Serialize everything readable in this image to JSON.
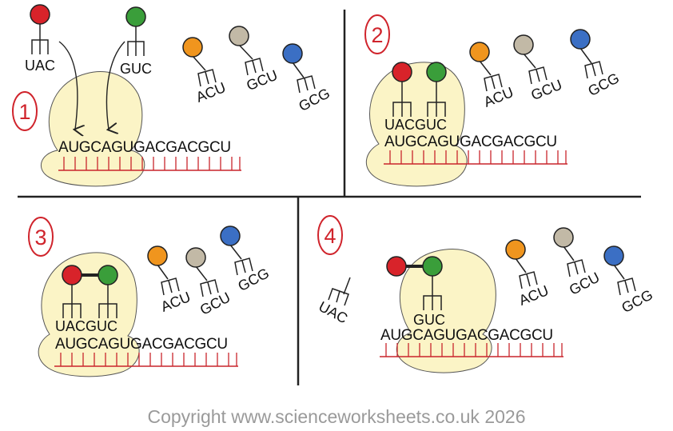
{
  "colors": {
    "red": "#d8232a",
    "green": "#3a9e3a",
    "orange": "#f0951e",
    "tan": "#c2b9a6",
    "blue": "#3b6fc4",
    "ribosome": "#fbf4c6",
    "mrna": "#c9252c",
    "step": "#d0242c"
  },
  "steps": {
    "s1": {
      "number": "1",
      "mrna": "AUGCAGUGACGACGCU",
      "trna_top": [
        "UAC",
        "GUC"
      ],
      "free_trna": [
        "ACU",
        "GCU",
        "GCG"
      ]
    },
    "s2": {
      "number": "2",
      "mrna": "AUGCAGUGACGACGCU",
      "paired": "UACGUC",
      "free_trna": [
        "ACU",
        "GCU",
        "GCG"
      ]
    },
    "s3": {
      "number": "3",
      "mrna": "AUGCAGUGACGACGCU",
      "paired": "UACGUC",
      "free_trna": [
        "ACU",
        "GCU",
        "GCG"
      ]
    },
    "s4": {
      "number": "4",
      "mrna": "AUGCAGUGACGACGCU",
      "paired": "GUC",
      "released": "UAC",
      "free_trna": [
        "ACU",
        "GCU",
        "GCG"
      ]
    }
  },
  "footer": "Copyright www.scienceworksheets.co.uk 2026"
}
